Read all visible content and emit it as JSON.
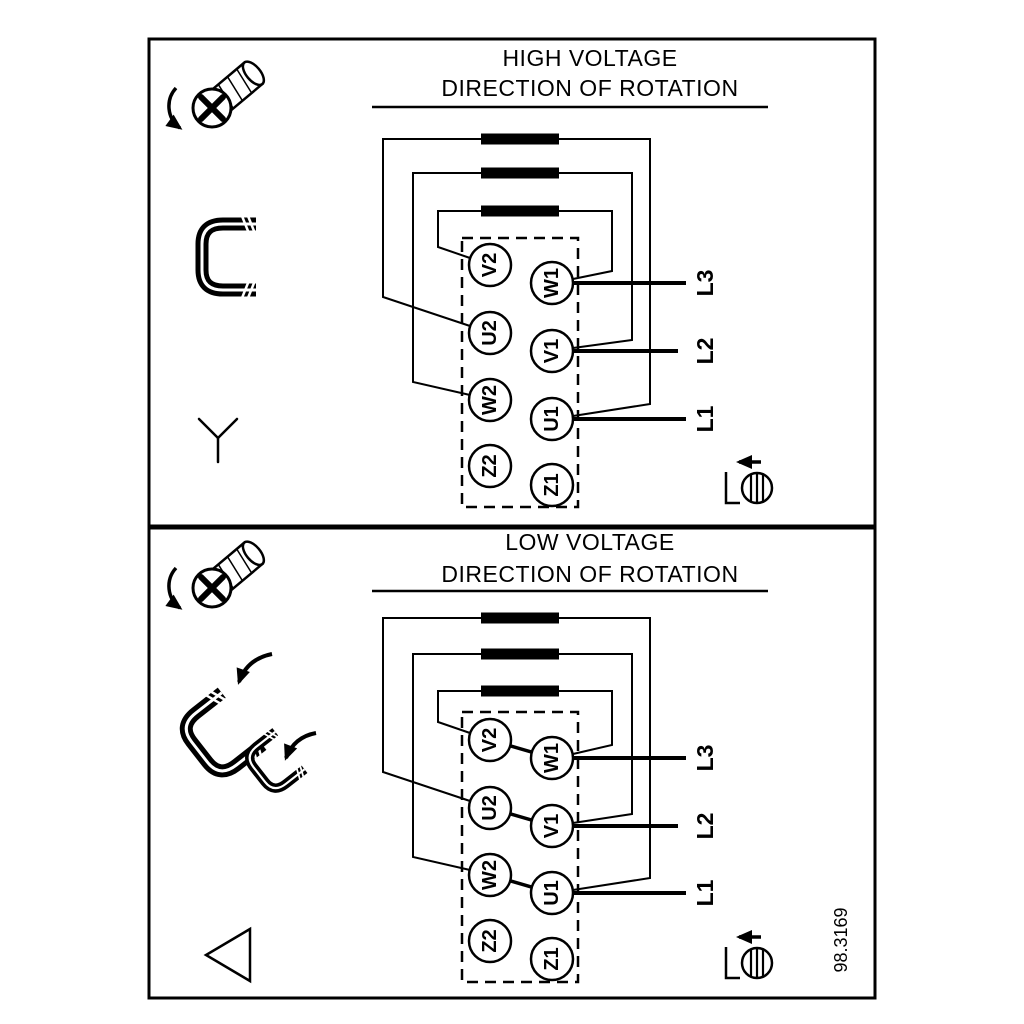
{
  "figure": {
    "reference": "98.3169",
    "background": "#ffffff",
    "line_color": "#000000"
  },
  "panels": [
    {
      "name": "high-voltage",
      "title_line1": "HIGH VOLTAGE",
      "title_line2": "DIRECTION OF ROTATION",
      "connection": "star",
      "terminals": {
        "left": [
          "V2",
          "U2",
          "W2",
          "Z2"
        ],
        "right": [
          "W1",
          "V1",
          "U1",
          "Z1"
        ]
      },
      "supply_lines": [
        "L3",
        "L2",
        "L1"
      ]
    },
    {
      "name": "low-voltage",
      "title_line1": "LOW VOLTAGE",
      "title_line2": "DIRECTION OF ROTATION",
      "connection": "delta",
      "terminals": {
        "left": [
          "V2",
          "U2",
          "W2",
          "Z2"
        ],
        "right": [
          "W1",
          "V1",
          "U1",
          "Z1"
        ]
      },
      "supply_lines": [
        "L3",
        "L2",
        "L1"
      ]
    }
  ]
}
